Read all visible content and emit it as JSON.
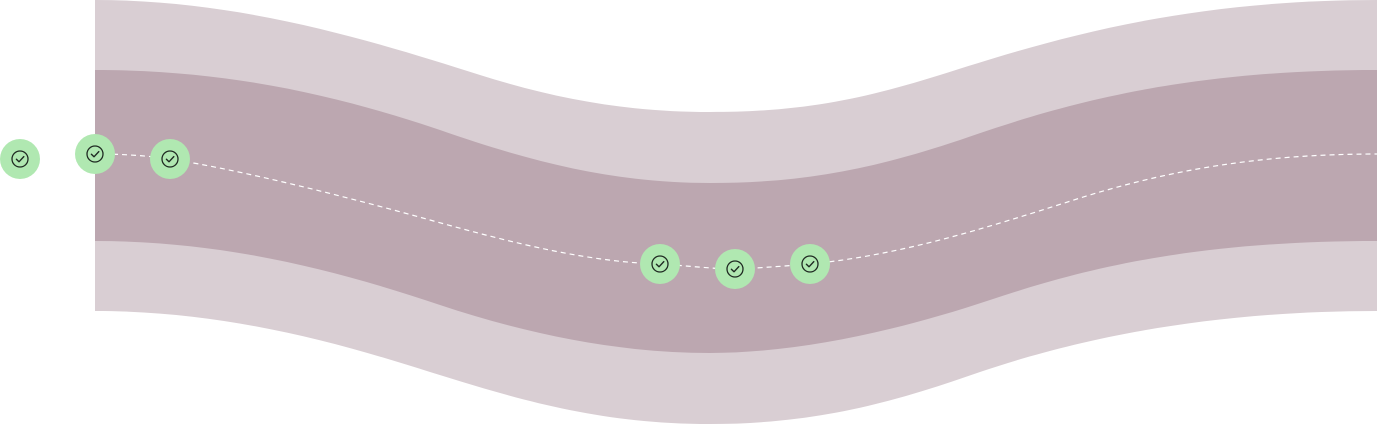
{
  "colors": {
    "background": "#ffffff",
    "outer_band": "#d9ced3",
    "inner_band": "#bca7b0",
    "path_line": "#ffffff",
    "marker_fill": "#b0e8b1",
    "marker_icon": "#1f2a22"
  },
  "path": {
    "style": "dashed"
  },
  "markers": [
    {
      "icon": "check-circle-icon",
      "state": "completed"
    },
    {
      "icon": "check-circle-icon",
      "state": "completed"
    },
    {
      "icon": "check-circle-icon",
      "state": "completed"
    },
    {
      "icon": "check-circle-icon",
      "state": "completed"
    },
    {
      "icon": "check-circle-icon",
      "state": "completed"
    },
    {
      "icon": "check-circle-icon",
      "state": "completed"
    }
  ]
}
